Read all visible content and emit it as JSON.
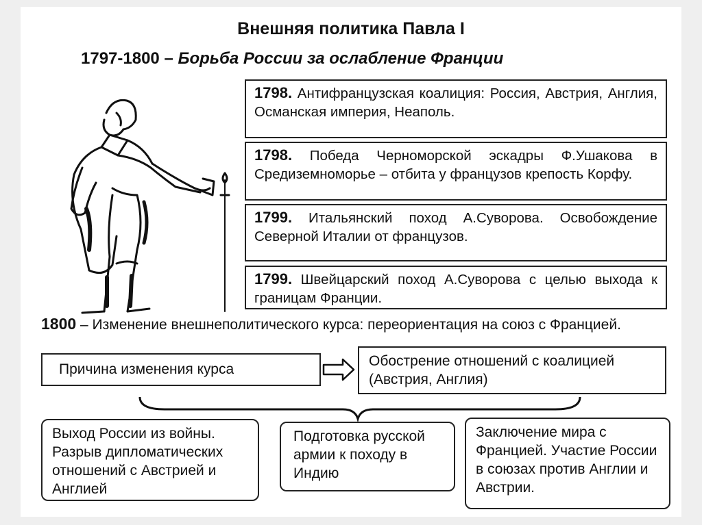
{
  "title": "Внешняя политика Павла I",
  "subtitle": {
    "years": "1797-1800",
    "dash": "–",
    "text": "Борьба России за ослабление Франции"
  },
  "events": [
    {
      "year": "1798.",
      "text": "Антифранцузская коалиция: Россия, Австрия, Англия, Османская империя, Неаполь."
    },
    {
      "year": "1798.",
      "text": "Победа Черноморской эскадры Ф.Ушакова в Средиземноморье – отбита у французов крепость Корфу."
    },
    {
      "year": "1799.",
      "text": "Итальянский поход А.Суворова. Освобождение Северной Италии от французов."
    },
    {
      "year": "1799.",
      "text": "Швейцарский поход А.Суворова с целью выхода к границам Франции."
    }
  ],
  "change": {
    "year": "1800",
    "text": "– Изменение внешнеполитического курса: переориентация на союз с Францией."
  },
  "cause": "Причина изменения курса",
  "effect": "Обострение отношений с коалицией (Австрия, Англия)",
  "results": [
    "Выход России из войны. Разрыв дипломатических отношений с Австрией и Англией",
    "Подготовка русской армии к походу в Индию",
    "Заключение мира с Францией. Участие России в союзах против Англии и Австрии."
  ]
}
